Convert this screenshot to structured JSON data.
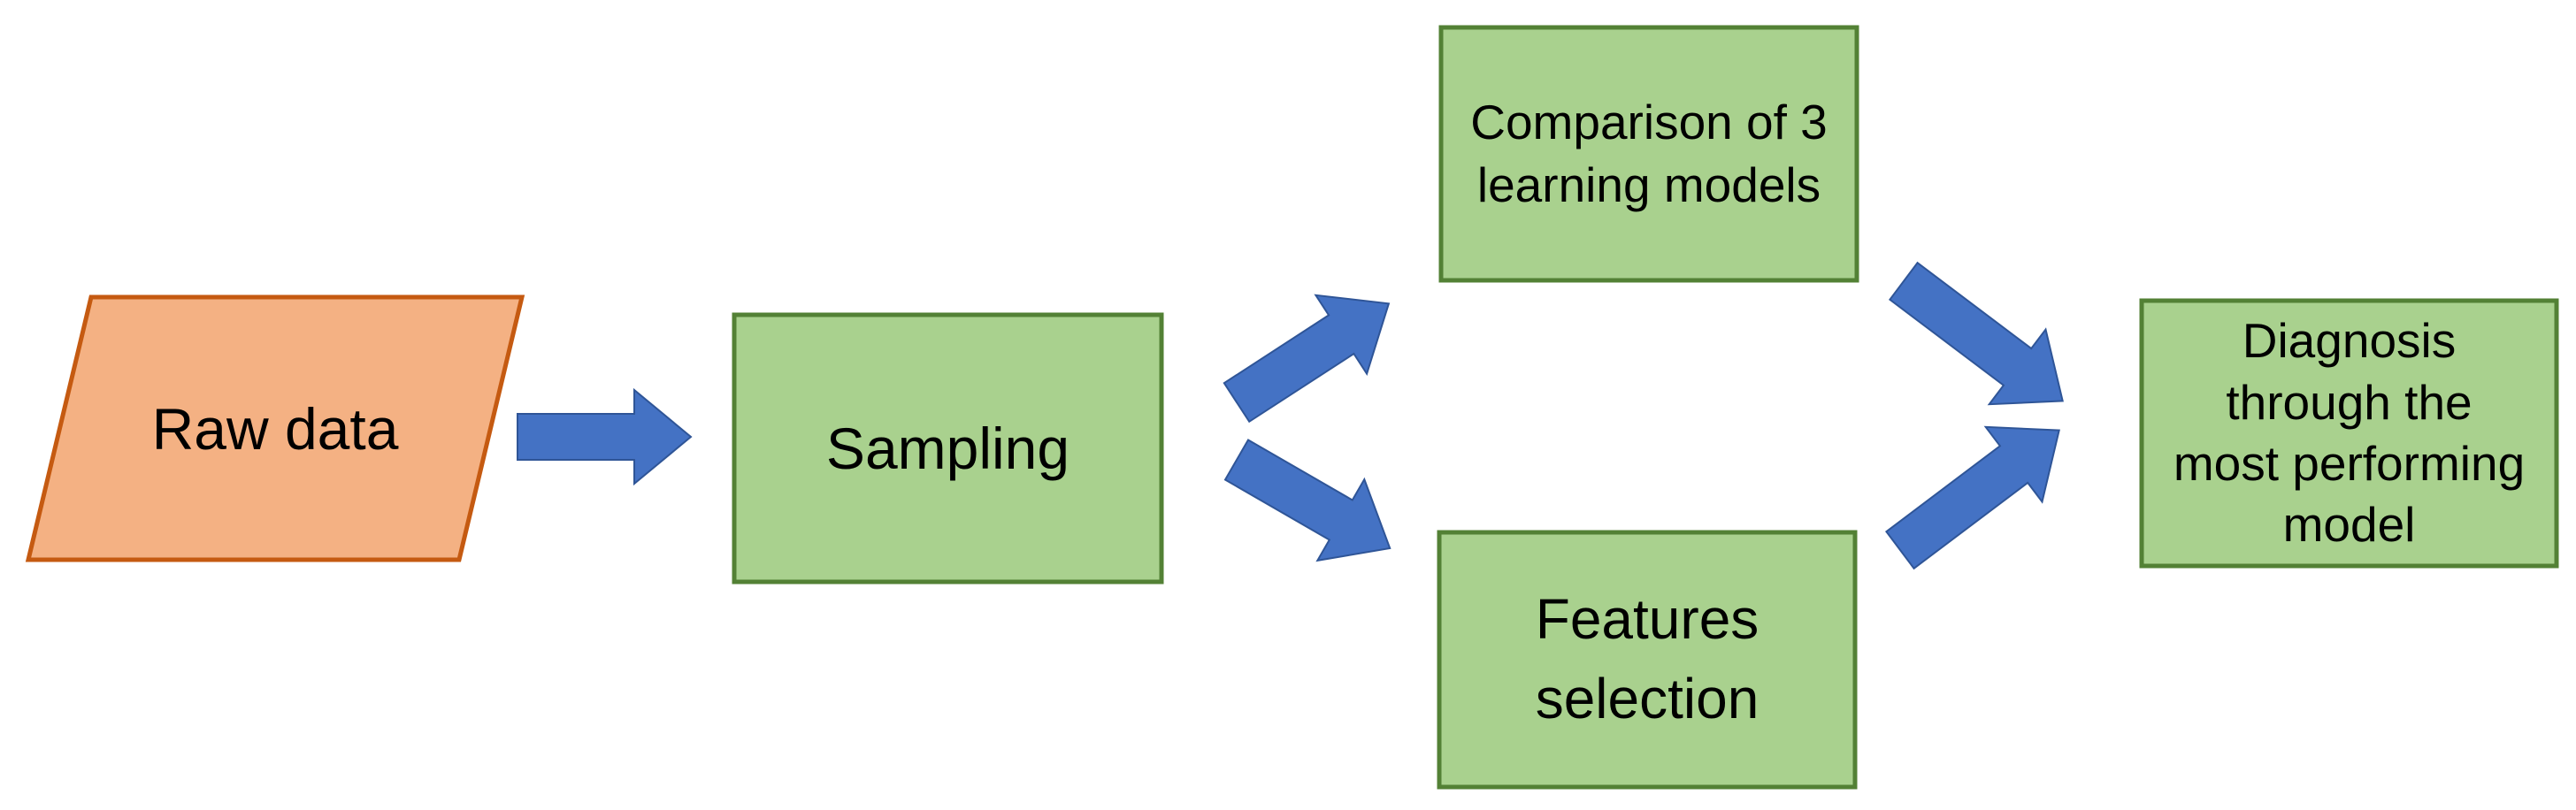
{
  "diagram": {
    "title": "Machine learning diagnosis workflow flowchart",
    "background_color": "#ffffff",
    "text_color": "#000000",
    "nodes": [
      {
        "id": "raw-data",
        "label": "Raw data",
        "shape": "parallelogram",
        "fill": "#F4B183",
        "border": "#C55A11"
      },
      {
        "id": "sampling",
        "label": "Sampling",
        "shape": "rectangle",
        "fill": "#A9D18E",
        "border": "#538135"
      },
      {
        "id": "comparison",
        "label": "Comparison of 3\nlearning models",
        "shape": "rectangle",
        "fill": "#A9D18E",
        "border": "#538135"
      },
      {
        "id": "features",
        "label": "Features\nselection",
        "shape": "rectangle",
        "fill": "#A9D18E",
        "border": "#538135"
      },
      {
        "id": "diagnosis",
        "label": "Diagnosis\nthrough the\nmost performing\nmodel",
        "shape": "rectangle",
        "fill": "#A9D18E",
        "border": "#538135"
      }
    ],
    "connectors": [
      {
        "id": "arrow-raw-to-sampling",
        "from": "raw-data",
        "to": "sampling",
        "direction": "right",
        "color": "#4472C4",
        "stroke": "#2F5597"
      },
      {
        "id": "arrow-sampling-to-comparison",
        "from": "sampling",
        "to": "comparison",
        "direction": "up-right",
        "color": "#4472C4",
        "stroke": "#2F5597"
      },
      {
        "id": "arrow-sampling-to-features",
        "from": "sampling",
        "to": "features",
        "direction": "down-right",
        "color": "#4472C4",
        "stroke": "#2F5597"
      },
      {
        "id": "arrow-comparison-to-diagnosis",
        "from": "comparison",
        "to": "diagnosis",
        "direction": "down-right",
        "color": "#4472C4",
        "stroke": "#2F5597"
      },
      {
        "id": "arrow-features-to-diagnosis",
        "from": "features",
        "to": "diagnosis",
        "direction": "up-right",
        "color": "#4472C4",
        "stroke": "#2F5597"
      }
    ]
  }
}
